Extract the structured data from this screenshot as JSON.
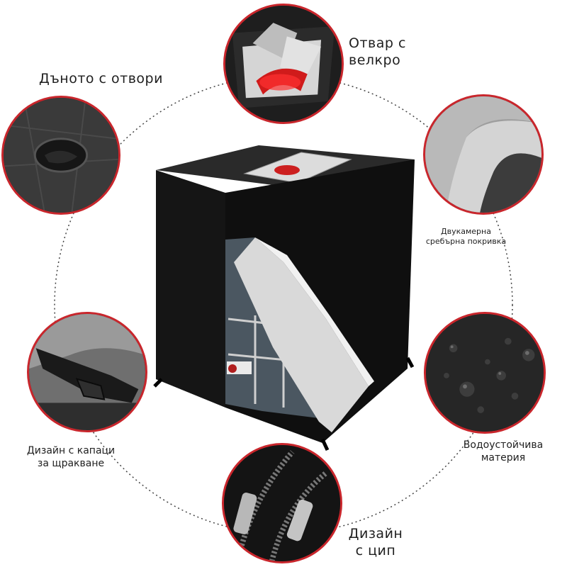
{
  "features": [
    {
      "id": "velcro-opening",
      "label": "Отвар с велкро"
    },
    {
      "id": "bottom-holes",
      "label": "Дъното с отвори"
    },
    {
      "id": "silver-coating",
      "label_lines": [
        "Двукамерна",
        "сребърна покривка"
      ]
    },
    {
      "id": "snap-buckles",
      "label_lines": [
        "Дизайн с капаци",
        "за щракване"
      ]
    },
    {
      "id": "waterproof-fabric",
      "label_lines": [
        "Водоустойчива",
        "материя"
      ]
    },
    {
      "id": "zipper-design",
      "label_lines": [
        "Дизайн",
        "с цип"
      ]
    }
  ],
  "colors": {
    "accent": "#c9262c",
    "cover": "#111111",
    "lining": "#d8d8d8",
    "background": "#ffffff"
  }
}
